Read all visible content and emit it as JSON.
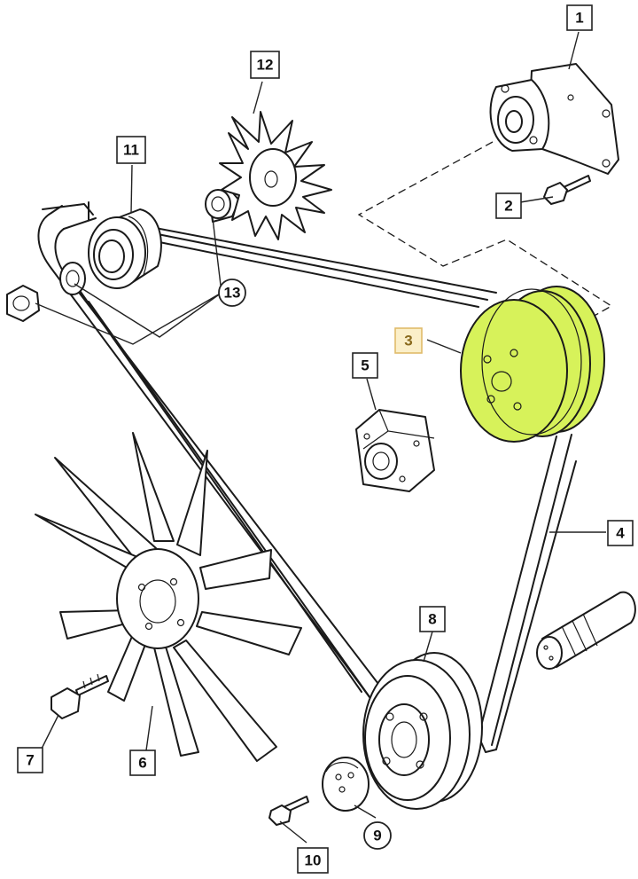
{
  "callouts": [
    {
      "id": "1",
      "shape": "box"
    },
    {
      "id": "2",
      "shape": "box"
    },
    {
      "id": "3",
      "shape": "box",
      "highlighted": true
    },
    {
      "id": "4",
      "shape": "box"
    },
    {
      "id": "5",
      "shape": "box"
    },
    {
      "id": "6",
      "shape": "box"
    },
    {
      "id": "7",
      "shape": "box"
    },
    {
      "id": "8",
      "shape": "box"
    },
    {
      "id": "9",
      "shape": "circle"
    },
    {
      "id": "10",
      "shape": "box"
    },
    {
      "id": "11",
      "shape": "box"
    },
    {
      "id": "12",
      "shape": "box"
    },
    {
      "id": "13",
      "shape": "circle"
    }
  ],
  "colors": {
    "line": "#1a1a1a",
    "highlight_part": "#d7f25a",
    "highlight_callout_fill": "#fbefc9",
    "highlight_callout_border": "#e0bb6a",
    "highlight_callout_text": "#8a6a1d"
  }
}
